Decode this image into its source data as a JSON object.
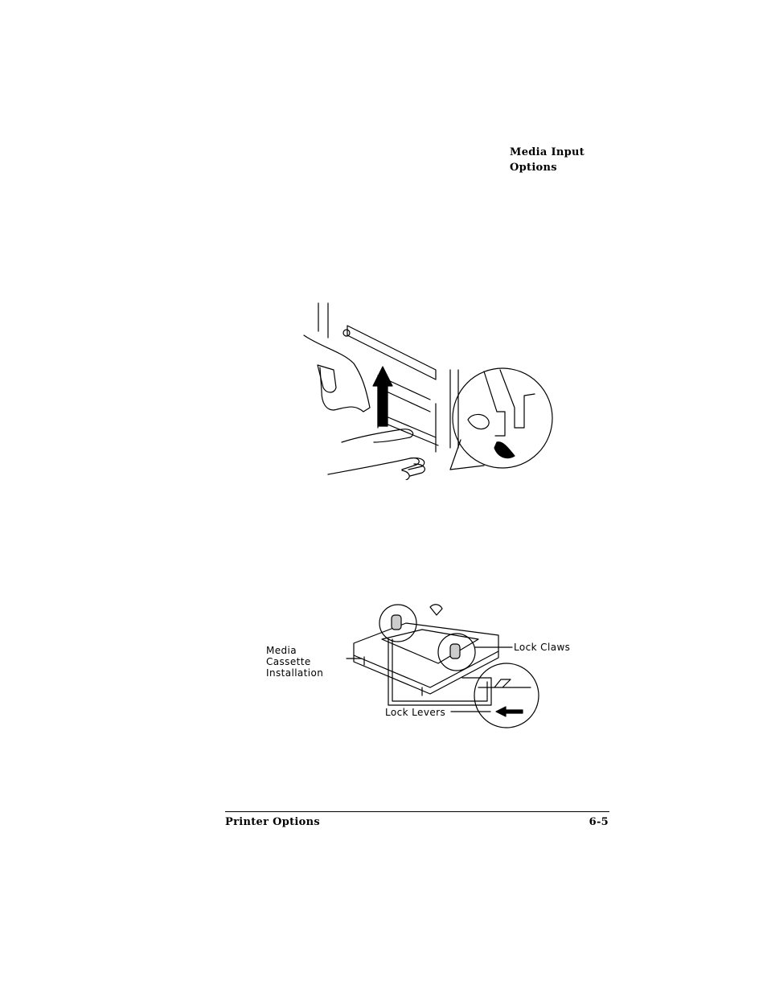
{
  "section_heading": {
    "line1": "Media Input",
    "line2": "Options"
  },
  "figure_removal": {
    "icons": [
      "printer-front-illustration",
      "hands-lifting",
      "up-arrow-icon",
      "detail-magnifier-circle"
    ]
  },
  "figure_cassette": {
    "callouts": {
      "media_cassette_line1": "Media",
      "media_cassette_line2": "Cassette",
      "media_cassette_line3": "Installation",
      "lock_claws": "Lock Claws",
      "lock_levers": "Lock Levers"
    },
    "icons": [
      "cassette-base-illustration",
      "lock-claw-detail",
      "left-arrow-icon"
    ]
  },
  "footer": {
    "title": "Printer Options",
    "page_number": "6-5"
  }
}
